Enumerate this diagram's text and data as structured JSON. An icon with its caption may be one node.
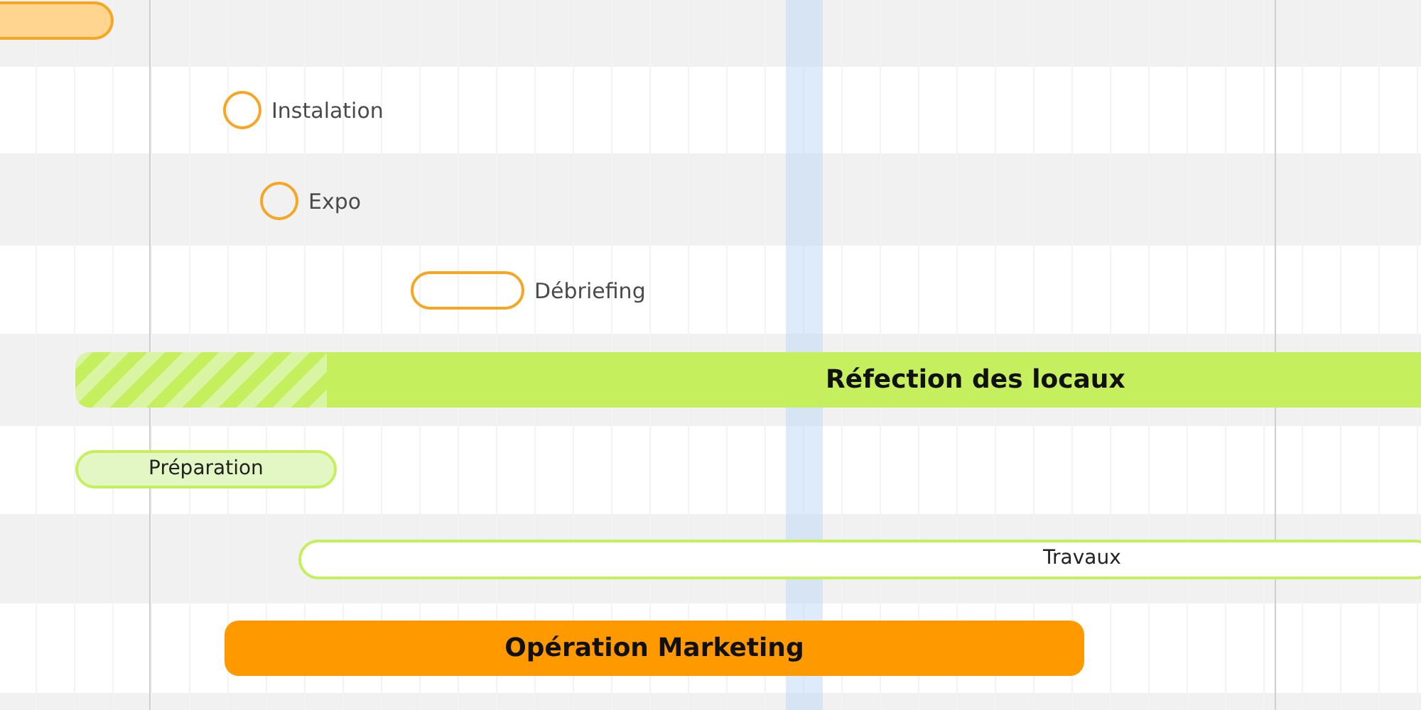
{
  "diagram": {
    "nodes": [
      {
        "text": [],
        "shape": "bar"
      },
      {
        "text": [],
        "shape": "circle",
        "beside": [
          "Instalation"
        ]
      },
      {
        "text": [],
        "shape": "circle",
        "beside": [
          "Expo"
        ]
      },
      {
        "text": [],
        "shape": "bar",
        "beside": [
          "Débriefing"
        ]
      },
      {
        "text": [
          "Réfection des locaux"
        ]
      },
      {
        "text": [
          "Préparation"
        ]
      },
      {
        "text": [
          "Travaux"
        ]
      },
      {
        "text": [
          "Opération Marketing"
        ]
      },
      {
        "text": [],
        "shape": "band"
      }
    ]
  }
}
